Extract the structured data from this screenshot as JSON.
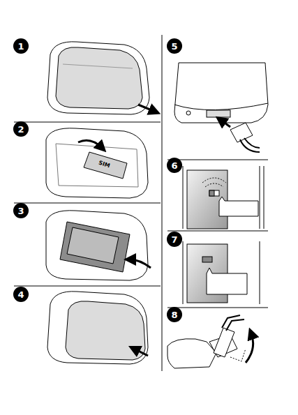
{
  "diagram": {
    "labels": [
      "1",
      "2",
      "3",
      "4",
      "5",
      "6",
      "7",
      "8",
      "SIM"
    ]
  }
}
